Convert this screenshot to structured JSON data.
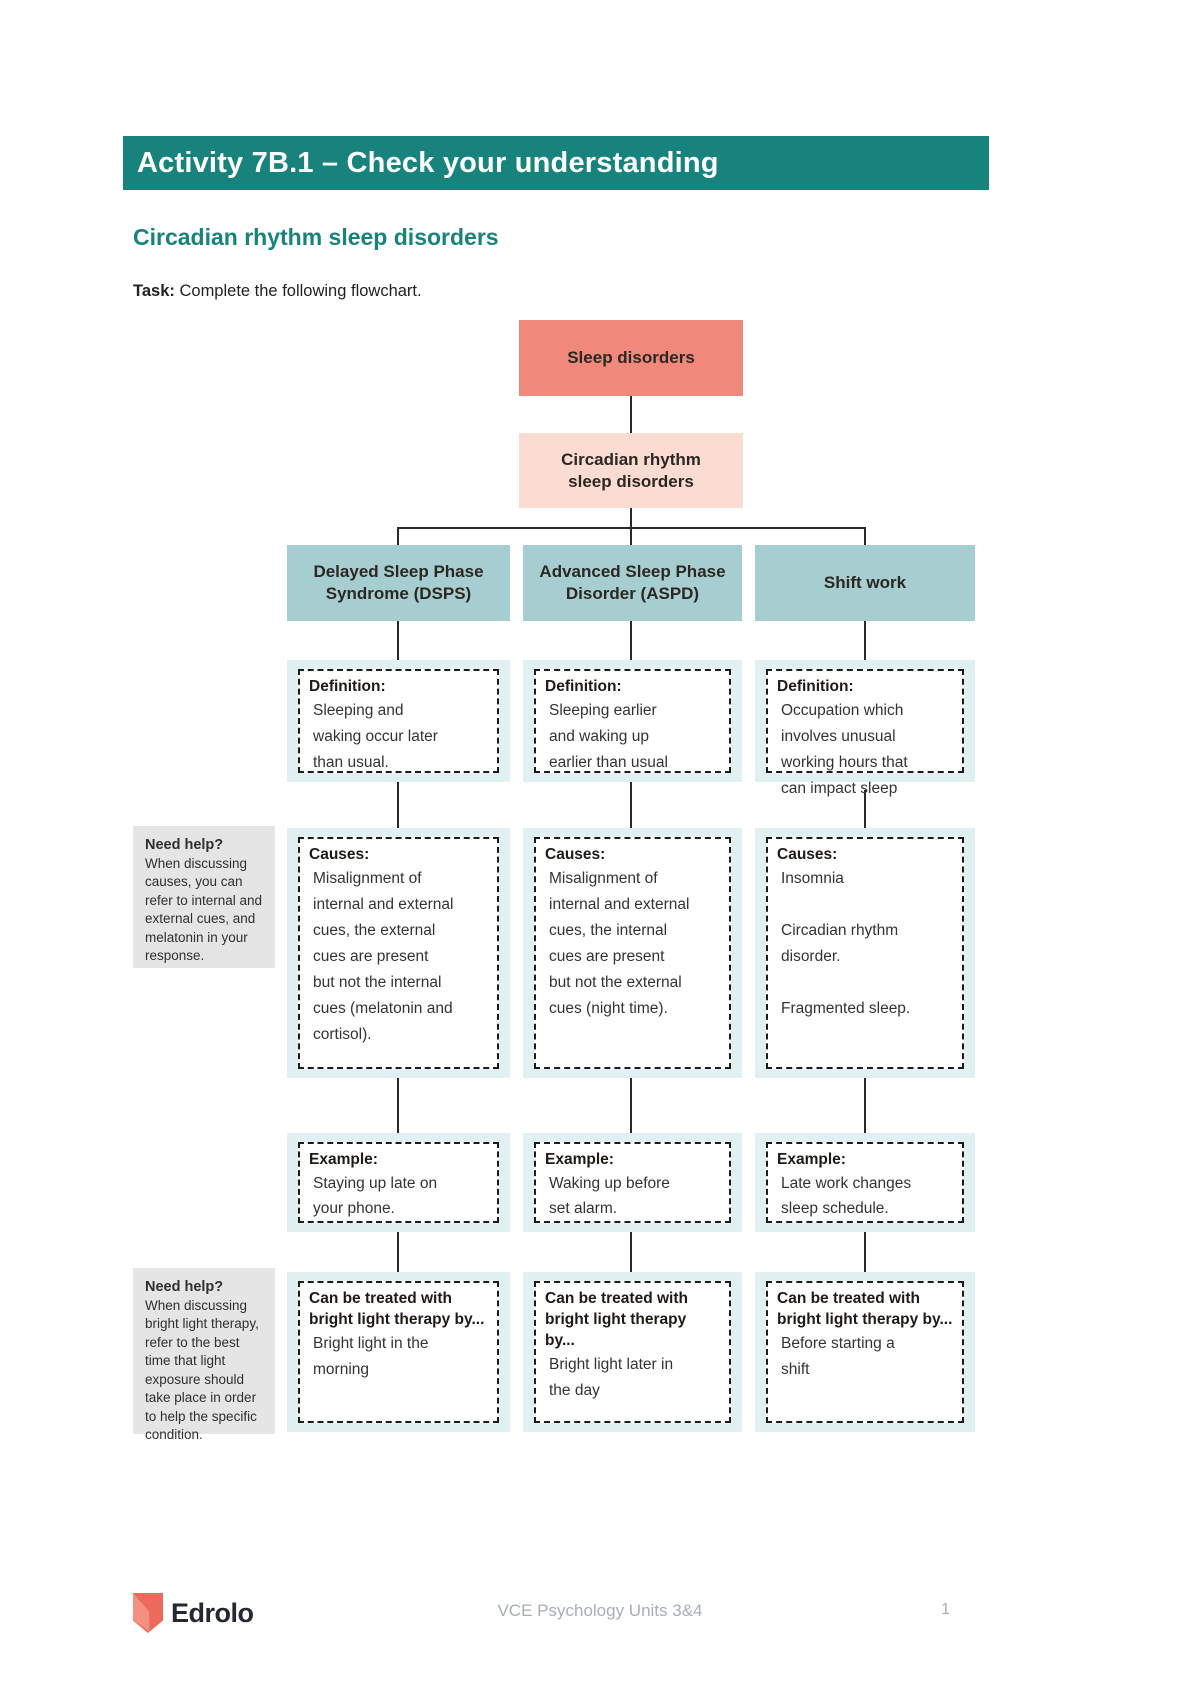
{
  "page": {
    "title_bar": "Activity 7B.1 – Check your understanding",
    "heading": "Circadian rhythm sleep disorders",
    "task_label": "Task:",
    "task_text": " Complete the following flowchart."
  },
  "flowchart": {
    "root": "Sleep disorders",
    "level2": "Circadian rhythm\nsleep disorders",
    "labels": {
      "definition": "Definition:",
      "causes": "Causes:",
      "example": "Example:",
      "treatment": "Can be treated with bright light therapy by..."
    },
    "columns": [
      {
        "header": "Delayed Sleep Phase Syndrome (DSPS)",
        "definition": "Sleeping and\nwaking occur later\nthan usual.",
        "causes": "Misalignment of\ninternal and external\ncues, the external\ncues are present\nbut not the internal\ncues (melatonin and\ncortisol).",
        "example": "Staying up late on\nyour phone.",
        "treatment": "Bright light in the\nmorning"
      },
      {
        "header": "Advanced Sleep Phase Disorder (ASPD)",
        "definition": "Sleeping earlier\nand waking up\nearlier than usual",
        "causes": "Misalignment of\ninternal and external\ncues, the internal\ncues are present\nbut not the external\ncues (night time).",
        "example": "Waking up before\nset alarm.",
        "treatment": "Bright light later in\nthe day"
      },
      {
        "header": "Shift work",
        "definition": "Occupation which\ninvolves unusual\nworking hours that\ncan impact sleep",
        "causes": "Insomnia\n\nCircadian rhythm\ndisorder.\n\nFragmented sleep.",
        "example": "Late work changes\nsleep schedule.",
        "treatment": "Before starting a\nshift"
      }
    ],
    "need_help": [
      {
        "title": "Need help?",
        "body": "When discussing causes, you can refer to internal and external cues, and melatonin in your response."
      },
      {
        "title": "Need help?",
        "body": "When discussing bright light therapy, refer to the best time that light exposure should take place in order to help the specific condition."
      }
    ]
  },
  "footer": {
    "logo_text": "Edrolo",
    "center_text": "VCE Psychology Units 3&4",
    "page_number": "1"
  },
  "colors": {
    "accent_teal": "#17837C",
    "node_salmon": "#F0897B",
    "node_pink": "#FBDCD3",
    "node_teal": "#A6CED0",
    "panel_pale": "#E1F0F1",
    "needhelp_gray": "#E5E5E6",
    "logo_salmon": "#EC6A5B"
  }
}
